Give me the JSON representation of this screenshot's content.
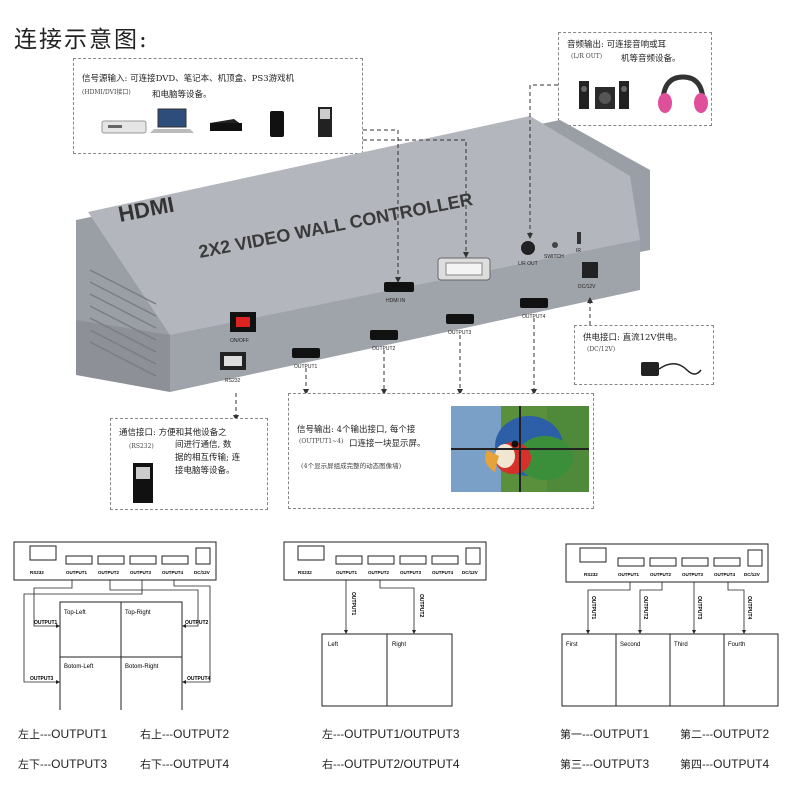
{
  "page_title": "连接示意图:",
  "source_box": {
    "line1": "信号源输入: 可连接DVD、笔记本、机顶盒、PS3游戏机",
    "sub": "(HDMI/DVI接口)",
    "line2": "和电脑等设备。"
  },
  "audio_box": {
    "line1": "音频输出: 可连接音响或耳",
    "sub": "(L/R OUT)",
    "line2": "机等音频设备。"
  },
  "power_box": {
    "line1": "供电接口: 直流12V供电。",
    "sub": "(DC/12V)"
  },
  "comm_box": {
    "line1": "通信接口: 方便和其他设备之",
    "line2": "间进行通信, 数",
    "sub": "(RS232)",
    "line3": "据的相互传输; 连",
    "line4": "接电脑等设备。"
  },
  "output_box": {
    "line1": "信号输出: 4个输出接口, 每个接",
    "sub": "(OUTPUT1~4)",
    "line2": "口连接一块显示屏。",
    "note": "(4个显示屏组成完整的动态图像墙)"
  },
  "device": {
    "logo": "HDMI",
    "model": "2X2 VIDEO WALL CONTROLLER",
    "ports": {
      "hdmi_in": "HDMI IN",
      "lr_out": "L/R OUT",
      "switch": "SWITCH",
      "ir": "IR",
      "dc": "DC/12V",
      "power_switch": "ON/OFF",
      "rs232": "RS232",
      "out1": "OUTPUT1",
      "out2": "OUTPUT2",
      "out3": "OUTPUT3",
      "out4": "OUTPUT4"
    }
  },
  "diagram1": {
    "panel_ports": [
      "RS232",
      "OUTPUT1",
      "OUTPUT2",
      "OUTPUT3",
      "OUTPUT4",
      "DC/12V"
    ],
    "cells": [
      "Top-Left",
      "Top-Right",
      "Botom-Left",
      "Botom-Right"
    ],
    "side_labels": [
      "OUTPUT1",
      "OUTPUT2",
      "OUTPUT3",
      "OUTPUT4"
    ],
    "captions": [
      {
        "cn": "左上---",
        "out": "OUTPUT1"
      },
      {
        "cn": "右上---",
        "out": "OUTPUT2"
      },
      {
        "cn": "左下---",
        "out": "OUTPUT3"
      },
      {
        "cn": "右下---",
        "out": "OUTPUT4"
      }
    ]
  },
  "diagram2": {
    "panel_ports": [
      "RS232",
      "OUTPUT1",
      "OUTPUT2",
      "OUTPUT3",
      "OUTPUT4",
      "DC/12V"
    ],
    "cells": [
      "Left",
      "Right"
    ],
    "side_labels": [
      "OUTPUT1",
      "OUTPUT2"
    ],
    "captions": [
      {
        "cn": "左---",
        "out": "OUTPUT1/OUTPUT3"
      },
      {
        "cn": "右---",
        "out": "OUTPUT2/OUTPUT4"
      }
    ]
  },
  "diagram3": {
    "panel_ports": [
      "RS232",
      "OUTPUT1",
      "OUTPUT2",
      "OUTPUT3",
      "OUTPUT4",
      "DC/12V"
    ],
    "cells": [
      "First",
      "Second",
      "Third",
      "Fourth"
    ],
    "side_labels": [
      "OUTPUT1",
      "OUTPUT2",
      "OUTPUT3",
      "OUTPUT4"
    ],
    "captions": [
      {
        "cn": "第一---",
        "out": "OUTPUT1"
      },
      {
        "cn": "第二---",
        "out": "OUTPUT2"
      },
      {
        "cn": "第三---",
        "out": "OUTPUT3"
      },
      {
        "cn": "第四---",
        "out": "OUTPUT4"
      }
    ]
  },
  "colors": {
    "device_body": "#a9acb2",
    "device_dark": "#6f7379",
    "dash": "#888888",
    "parrot_red": "#d6302a",
    "parrot_blue": "#2d5fa8",
    "parrot_green": "#3b8f3a"
  }
}
